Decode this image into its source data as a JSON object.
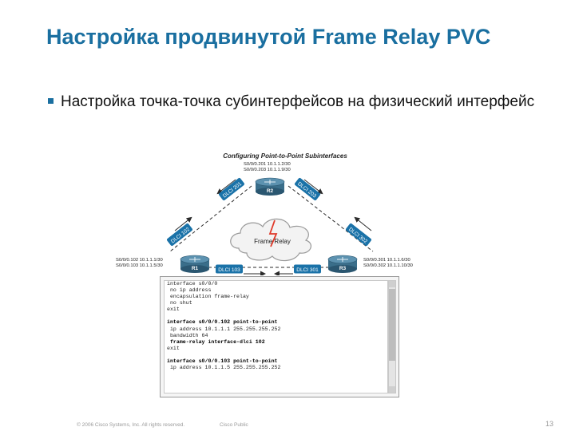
{
  "slide": {
    "title": "Настройка продвинутой Frame Relay PVC",
    "bullet": "Настройка точка-точка субинтерфейсов на физический интерфейс"
  },
  "diagram": {
    "caption": "Configuring Point-to-Point Subinterfaces",
    "cloud_label": "Frame Relay",
    "r2": {
      "label": "R2",
      "addr1": "S0/0/0.201 10.1.1.2/30",
      "addr2": "S0/0/0.203 10.1.1.9/30"
    },
    "r1": {
      "label": "R1",
      "addr1": "S0/0/0.102 10.1.1.1/30",
      "addr2": "S0/0/0.103 10.1.1.5/30"
    },
    "r3": {
      "label": "R3",
      "addr1": "S0/0/0.301 10.1.1.6/30",
      "addr2": "S0/0/0.302 10.1.1.10/30"
    },
    "dlci": {
      "r2_left": "DLCI 201",
      "r2_right": "DLCI 203",
      "r1_up": "DLCI 102",
      "r3_up": "DLCI 302",
      "r1_right": "DLCI 103",
      "r3_left": "DLCI 301"
    },
    "colors": {
      "dlci_badge": "#1a72a8",
      "link": "#2a2a2a",
      "router": "#3a6e8a"
    }
  },
  "code": {
    "lines": [
      {
        "text": "interface s0/0/0",
        "bold": false
      },
      {
        "text": " no ip address",
        "bold": false
      },
      {
        "text": " encapsulation frame-relay",
        "bold": false
      },
      {
        "text": " no shut",
        "bold": false
      },
      {
        "text": "exit",
        "bold": false
      },
      {
        "text": "",
        "bold": false
      },
      {
        "text": "interface s0/0/0.102 point-to-point",
        "bold": true
      },
      {
        "text": " ip address 10.1.1.1 255.255.255.252",
        "bold": false
      },
      {
        "text": " bandwidth 64",
        "bold": false
      },
      {
        "text": " frame-relay interface-dlci 102",
        "bold": true
      },
      {
        "text": "exit",
        "bold": false
      },
      {
        "text": "",
        "bold": false
      },
      {
        "text": "interface s0/0/0.103 point-to-point",
        "bold": true
      },
      {
        "text": " ip address 10.1.1.5 255.255.255.252",
        "bold": false
      }
    ]
  },
  "footer": {
    "copyright": "© 2006 Cisco Systems, Inc. All rights reserved.",
    "label": "Cisco Public",
    "page": "13"
  }
}
